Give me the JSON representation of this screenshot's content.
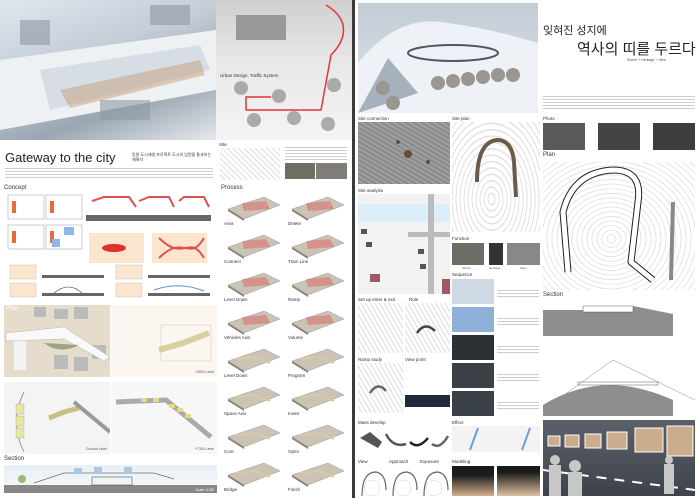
{
  "left_board": {
    "title": "Gateway to the city",
    "subtitle": "망원 도시재생 프로젝트 도시의 입면을 통과하는 재해석",
    "urban_label": "Urban Design, Traffic System",
    "site_label": "Site",
    "concept_label": "Concept",
    "process_label": "Process",
    "plan_label": "Plan",
    "level_labels": [
      "+3000 Level",
      "Ground Level",
      "+7300 Level"
    ],
    "section_label": "Section",
    "section_scale": "Scale 1/150",
    "process_steps": [
      "Area",
      "Delete",
      "Connect",
      "Tram Line",
      "Level Down",
      "Ramp",
      "Vehicles Axis",
      "Volume",
      "Level Down",
      "Program",
      "Space Axis",
      "Insert",
      "Core",
      "Open",
      "Bridge",
      "Finish"
    ]
  },
  "right_board": {
    "title_line1": "잊혀진 성지에",
    "title_line2": "역사의 띠를 두르다",
    "title_en": "Shrine + Heritage + View",
    "photo_label": "Photo",
    "plan_label": "Plan",
    "section_label": "Section",
    "site_connection": "Site connection",
    "site_plan": "Site plan",
    "site_analysis": "Site analysis",
    "function_label": "Function",
    "function_items": [
      "Shrine",
      "Heritage",
      "View"
    ],
    "sequence_label": "Sequence",
    "enter_exit": "Set up enter & exit",
    "role": "Role",
    "ramp_study": "Ramp study",
    "view_point": "View point",
    "mass_develop": "Mass develop",
    "effect": "Effect",
    "studies": [
      "View",
      "Approach",
      "Exposure"
    ],
    "modeling": "Modeling"
  },
  "colors": {
    "accent": "#e0393e",
    "route": "#e8333a",
    "sky": "#c9d3de"
  }
}
